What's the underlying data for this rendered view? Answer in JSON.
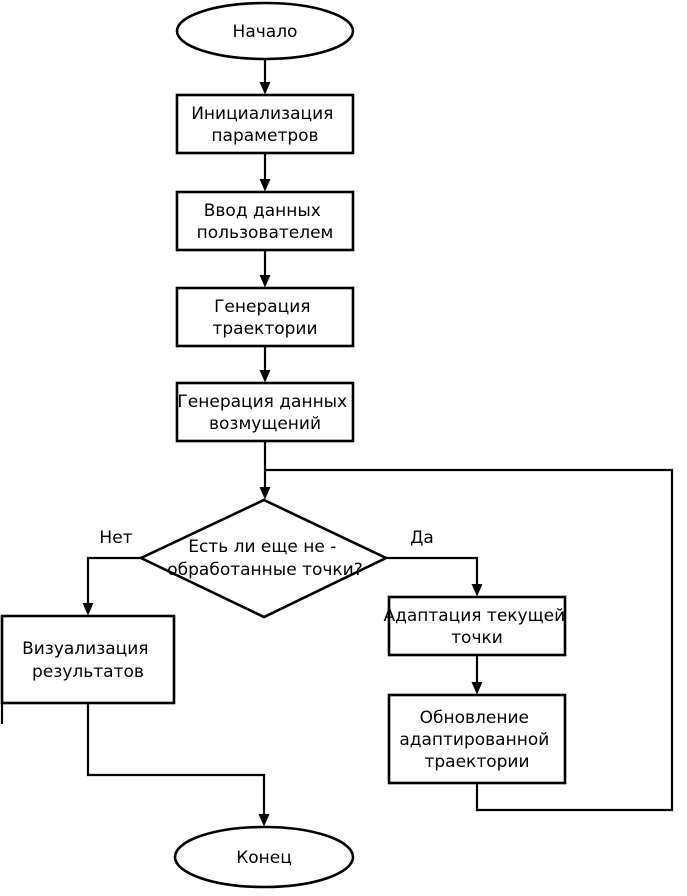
{
  "diagram": {
    "type": "flowchart",
    "nodes": {
      "start": {
        "shape": "terminator",
        "label": "Начало"
      },
      "init": {
        "shape": "process",
        "lines": [
          "Инициализация",
          "параметров"
        ]
      },
      "input": {
        "shape": "process",
        "lines": [
          "Ввод данных",
          "пользователем"
        ]
      },
      "gen_traj": {
        "shape": "process",
        "lines": [
          "Генерация",
          "траектории"
        ]
      },
      "gen_dist": {
        "shape": "process",
        "lines": [
          "Генерация данных",
          "возмущений"
        ]
      },
      "decision": {
        "shape": "decision",
        "lines": [
          "Есть ли еще не -",
          "обработанные точки?"
        ]
      },
      "visualize": {
        "shape": "process",
        "lines": [
          "Визуализация",
          "результатов"
        ]
      },
      "adapt": {
        "shape": "process",
        "lines": [
          "Адаптация текущей",
          "точки"
        ]
      },
      "update": {
        "shape": "process",
        "lines": [
          "Обновление",
          "адаптированной",
          "траектории"
        ]
      },
      "end": {
        "shape": "terminator",
        "label": "Конец"
      }
    },
    "edge_labels": {
      "no": "Нет",
      "yes": "Да"
    },
    "colors": {
      "stroke": "#000000",
      "fill": "#ffffff",
      "background": "#ffffff",
      "text": "#000000"
    }
  }
}
